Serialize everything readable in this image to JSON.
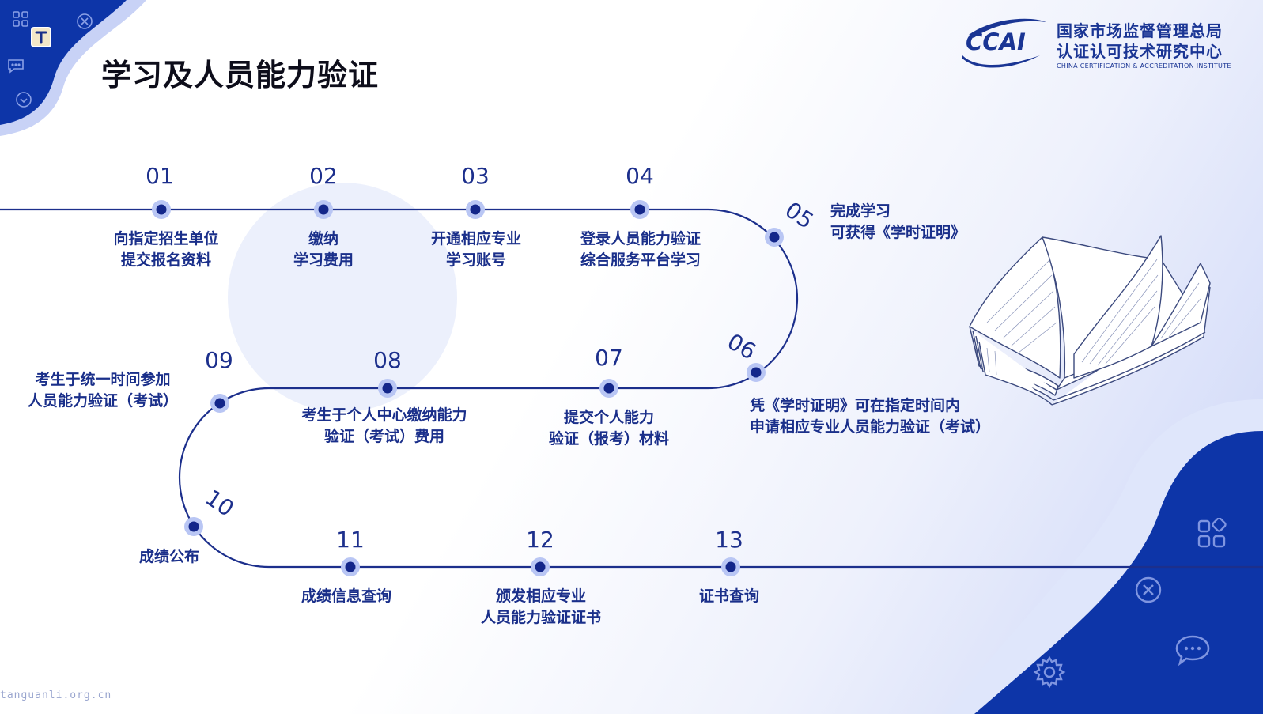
{
  "title": "学习及人员能力验证",
  "logo": {
    "mark": "CCAI",
    "org_line1": "国家市场监督管理总局",
    "org_line2": "认证认可技术研究中心",
    "org_en": "CHINA CERTIFICATION & ACCREDITATION INSTITUTE"
  },
  "steps": [
    {
      "num": "01",
      "lines": [
        "向指定招生单位",
        "提交报名资料"
      ]
    },
    {
      "num": "02",
      "lines": [
        "缴纳",
        "学习费用"
      ]
    },
    {
      "num": "03",
      "lines": [
        "开通相应专业",
        "学习账号"
      ]
    },
    {
      "num": "04",
      "lines": [
        "登录人员能力验证",
        "综合服务平台学习"
      ]
    },
    {
      "num": "05",
      "lines": [
        "完成学习",
        "可获得《学时证明》"
      ]
    },
    {
      "num": "06",
      "lines": [
        "凭《学时证明》可在指定时间内",
        "申请相应专业人员能力验证（考试）"
      ]
    },
    {
      "num": "07",
      "lines": [
        "提交个人能力",
        "验证（报考）材料"
      ]
    },
    {
      "num": "08",
      "lines": [
        "考生于个人中心缴纳能力",
        "验证（考试）费用"
      ]
    },
    {
      "num": "09",
      "lines": [
        "考生于统一时间参加",
        "人员能力验证（考试）"
      ]
    },
    {
      "num": "10",
      "lines": [
        "成绩公布"
      ]
    },
    {
      "num": "11",
      "lines": [
        "成绩信息查询"
      ]
    },
    {
      "num": "12",
      "lines": [
        "颁发相应专业",
        "人员能力验证证书"
      ]
    },
    {
      "num": "13",
      "lines": [
        "证书查询"
      ]
    }
  ],
  "watermark": "tanguanli.org.cn",
  "colors": {
    "line": "#1c2f8c",
    "dot": "#13268a",
    "halo": "#b9c6f4",
    "text": "#1a2f8a",
    "accent": "#0d35a8"
  },
  "icons": [
    "text-tool-icon",
    "grid-icon",
    "close-circle-icon",
    "chat-icon",
    "check-circle-icon",
    "gear-icon",
    "open-book-illustration"
  ]
}
